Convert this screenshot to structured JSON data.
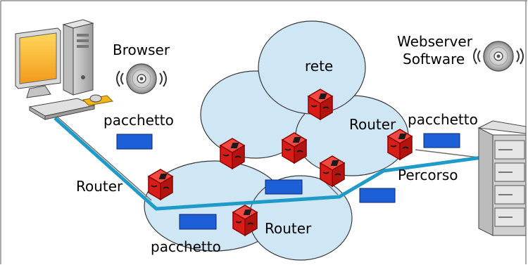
{
  "labels": {
    "browser": "Browser",
    "webserver_line1": "Webserver",
    "webserver_line2": "Software",
    "rete": "rete",
    "pacchetto_top_left": "pacchetto",
    "pacchetto_right": "pacchetto",
    "pacchetto_bottom": "pacchetto",
    "router_left": "Router",
    "router_right": "Router",
    "router_bottom": "Router",
    "percorso": "Percorso"
  },
  "icons": {
    "client": "desktop-computer-icon",
    "server": "server-rack-icon",
    "software": "cd-disc-icon",
    "router": "router-cube-icon"
  },
  "colors": {
    "network_fill": "#cfe6f5",
    "network_stroke": "#3a3a3a",
    "router_red": "#e8231f",
    "packet_blue": "#1c5fd6",
    "route_cyan": "#1f9bc9",
    "link_gray": "#6e6e6e"
  }
}
